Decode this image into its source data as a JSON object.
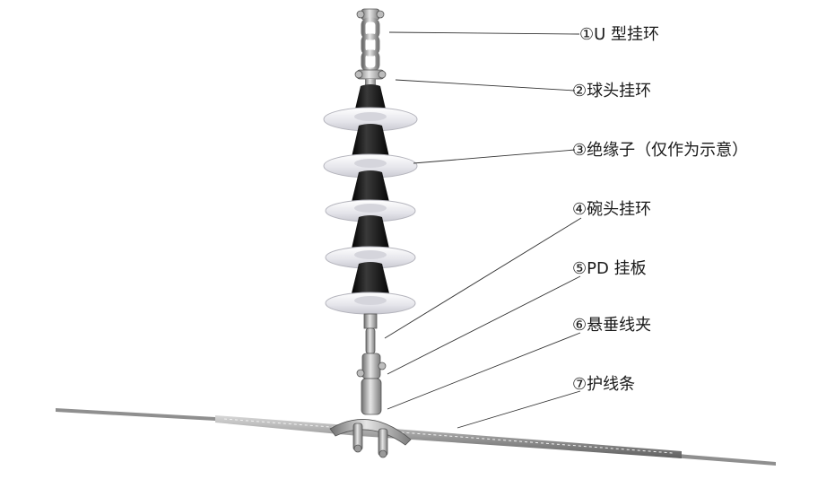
{
  "labels": [
    {
      "id": "u-shackle",
      "text": "①U 型挂环"
    },
    {
      "id": "ball-eye",
      "text": "②球头挂环"
    },
    {
      "id": "insulator",
      "text": "③绝缘子（仅作为示意）"
    },
    {
      "id": "socket-eye",
      "text": "④碗头挂环"
    },
    {
      "id": "pd-plate",
      "text": "⑤PD 挂板"
    },
    {
      "id": "suspension-clamp",
      "text": "⑥悬垂线夹"
    },
    {
      "id": "armor-rod",
      "text": "⑦护线条"
    }
  ],
  "colors": {
    "leader": "#333333",
    "insulator_cap": "#111111",
    "insulator_shed": "#e9e9ee",
    "metal": "#a9a9a9",
    "conductor": "#8a8a8a"
  }
}
